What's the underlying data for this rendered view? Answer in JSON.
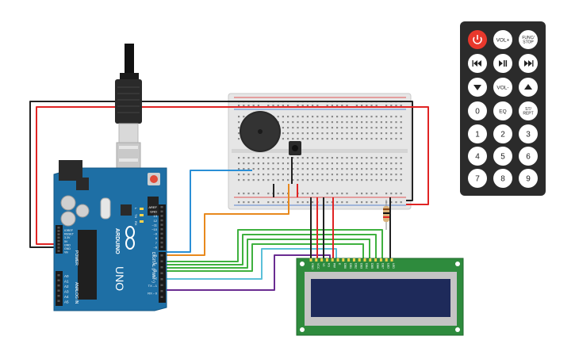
{
  "arduino": {
    "brand": "ARDUINO",
    "model": "UNO",
    "power_header_title": "POWER",
    "analog_header_title": "ANALOG IN",
    "digital_header_title": "DIGITAL (PWM~)",
    "left_pins": [
      "IOREF",
      "RESET",
      "3.3V",
      "5V",
      "GND",
      "GND",
      "Vin"
    ],
    "analog_pins": [
      "A0",
      "A1",
      "A2",
      "A3",
      "A4",
      "A5"
    ],
    "right_pins": [
      "AREF",
      "GND",
      "13",
      "12",
      "~11",
      "~10",
      "~9",
      "8",
      "7",
      "~6",
      "~5",
      "4",
      "~3",
      "2",
      "TX→1",
      "RX←0"
    ],
    "led_labels": [
      "L",
      "TX",
      "RX"
    ]
  },
  "lcd": {
    "pin_labels": [
      "GND",
      "VCC",
      "V0",
      "RS",
      "RW",
      "E",
      "DB0",
      "DB1",
      "DB2",
      "DB3",
      "DB4",
      "DB5",
      "DB6",
      "DB7",
      "LED",
      "LED"
    ]
  },
  "remote": {
    "buttons": [
      {
        "label": "",
        "icon": "power-icon"
      },
      {
        "label": "VOL+"
      },
      {
        "label": "FUNC/ STOP"
      },
      {
        "label": "",
        "icon": "rewind-icon"
      },
      {
        "label": "",
        "icon": "play-pause-icon"
      },
      {
        "label": "",
        "icon": "fast-forward-icon"
      },
      {
        "label": "",
        "icon": "down-arrow-icon"
      },
      {
        "label": "VOL-"
      },
      {
        "label": "",
        "icon": "up-arrow-icon"
      },
      {
        "label": "0"
      },
      {
        "label": "EQ"
      },
      {
        "label": "ST/ REPT"
      },
      {
        "label": "1"
      },
      {
        "label": "2"
      },
      {
        "label": "3"
      },
      {
        "label": "4"
      },
      {
        "label": "5"
      },
      {
        "label": "6"
      },
      {
        "label": "7"
      },
      {
        "label": "8"
      },
      {
        "label": "9"
      }
    ]
  },
  "colors": {
    "arduino_board": "#1e6fa5",
    "lcd_board": "#2e8b3d",
    "lcd_screen": "#1e2a5a",
    "remote_body": "#2b2b2b",
    "power_button": "#e8382c",
    "breadboard": "#e6e6e6",
    "wire_red": "#e02424",
    "wire_black": "#222222",
    "wire_green": "#3fb13f",
    "wire_blue": "#2a8fd6",
    "wire_orange": "#e8891d",
    "wire_purple": "#6a2c91",
    "wire_cyan": "#5bc0d8"
  }
}
